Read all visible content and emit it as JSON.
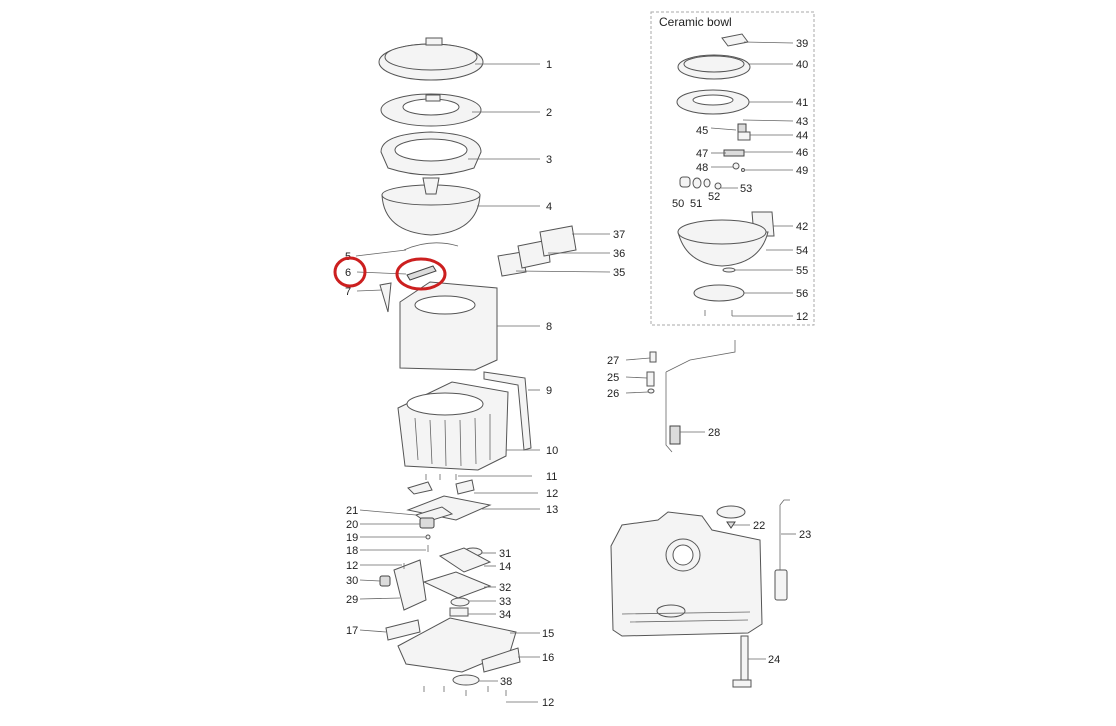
{
  "panel_title": "Ceramic bowl",
  "labels": {
    "n1": "1",
    "n2": "2",
    "n3": "3",
    "n4": "4",
    "n5": "5",
    "n6": "6",
    "n7": "7",
    "n8": "8",
    "n9": "9",
    "n10": "10",
    "n11": "11",
    "n12": "12",
    "n13": "13",
    "n14": "14",
    "n15": "15",
    "n16": "16",
    "n17": "17",
    "n18": "18",
    "n19": "19",
    "n20": "20",
    "n21": "21",
    "n22": "22",
    "n23": "23",
    "n24": "24",
    "n25": "25",
    "n26": "26",
    "n27": "27",
    "n28": "28",
    "n29": "29",
    "n30": "30",
    "n31": "31",
    "n32": "32",
    "n33": "33",
    "n34": "34",
    "n35": "35",
    "n36": "36",
    "n37": "37",
    "n38": "38",
    "n39": "39",
    "n40": "40",
    "n41": "41",
    "n42": "42",
    "n43": "43",
    "n44": "44",
    "n45": "45",
    "n46": "46",
    "n47": "47",
    "n48": "48",
    "n49": "49",
    "n50": "50",
    "n51": "51",
    "n52": "52",
    "n53": "53",
    "n54": "54",
    "n55": "55",
    "n56": "56"
  },
  "colors": {
    "highlight": "#cc1f1f",
    "line": "#555555"
  }
}
